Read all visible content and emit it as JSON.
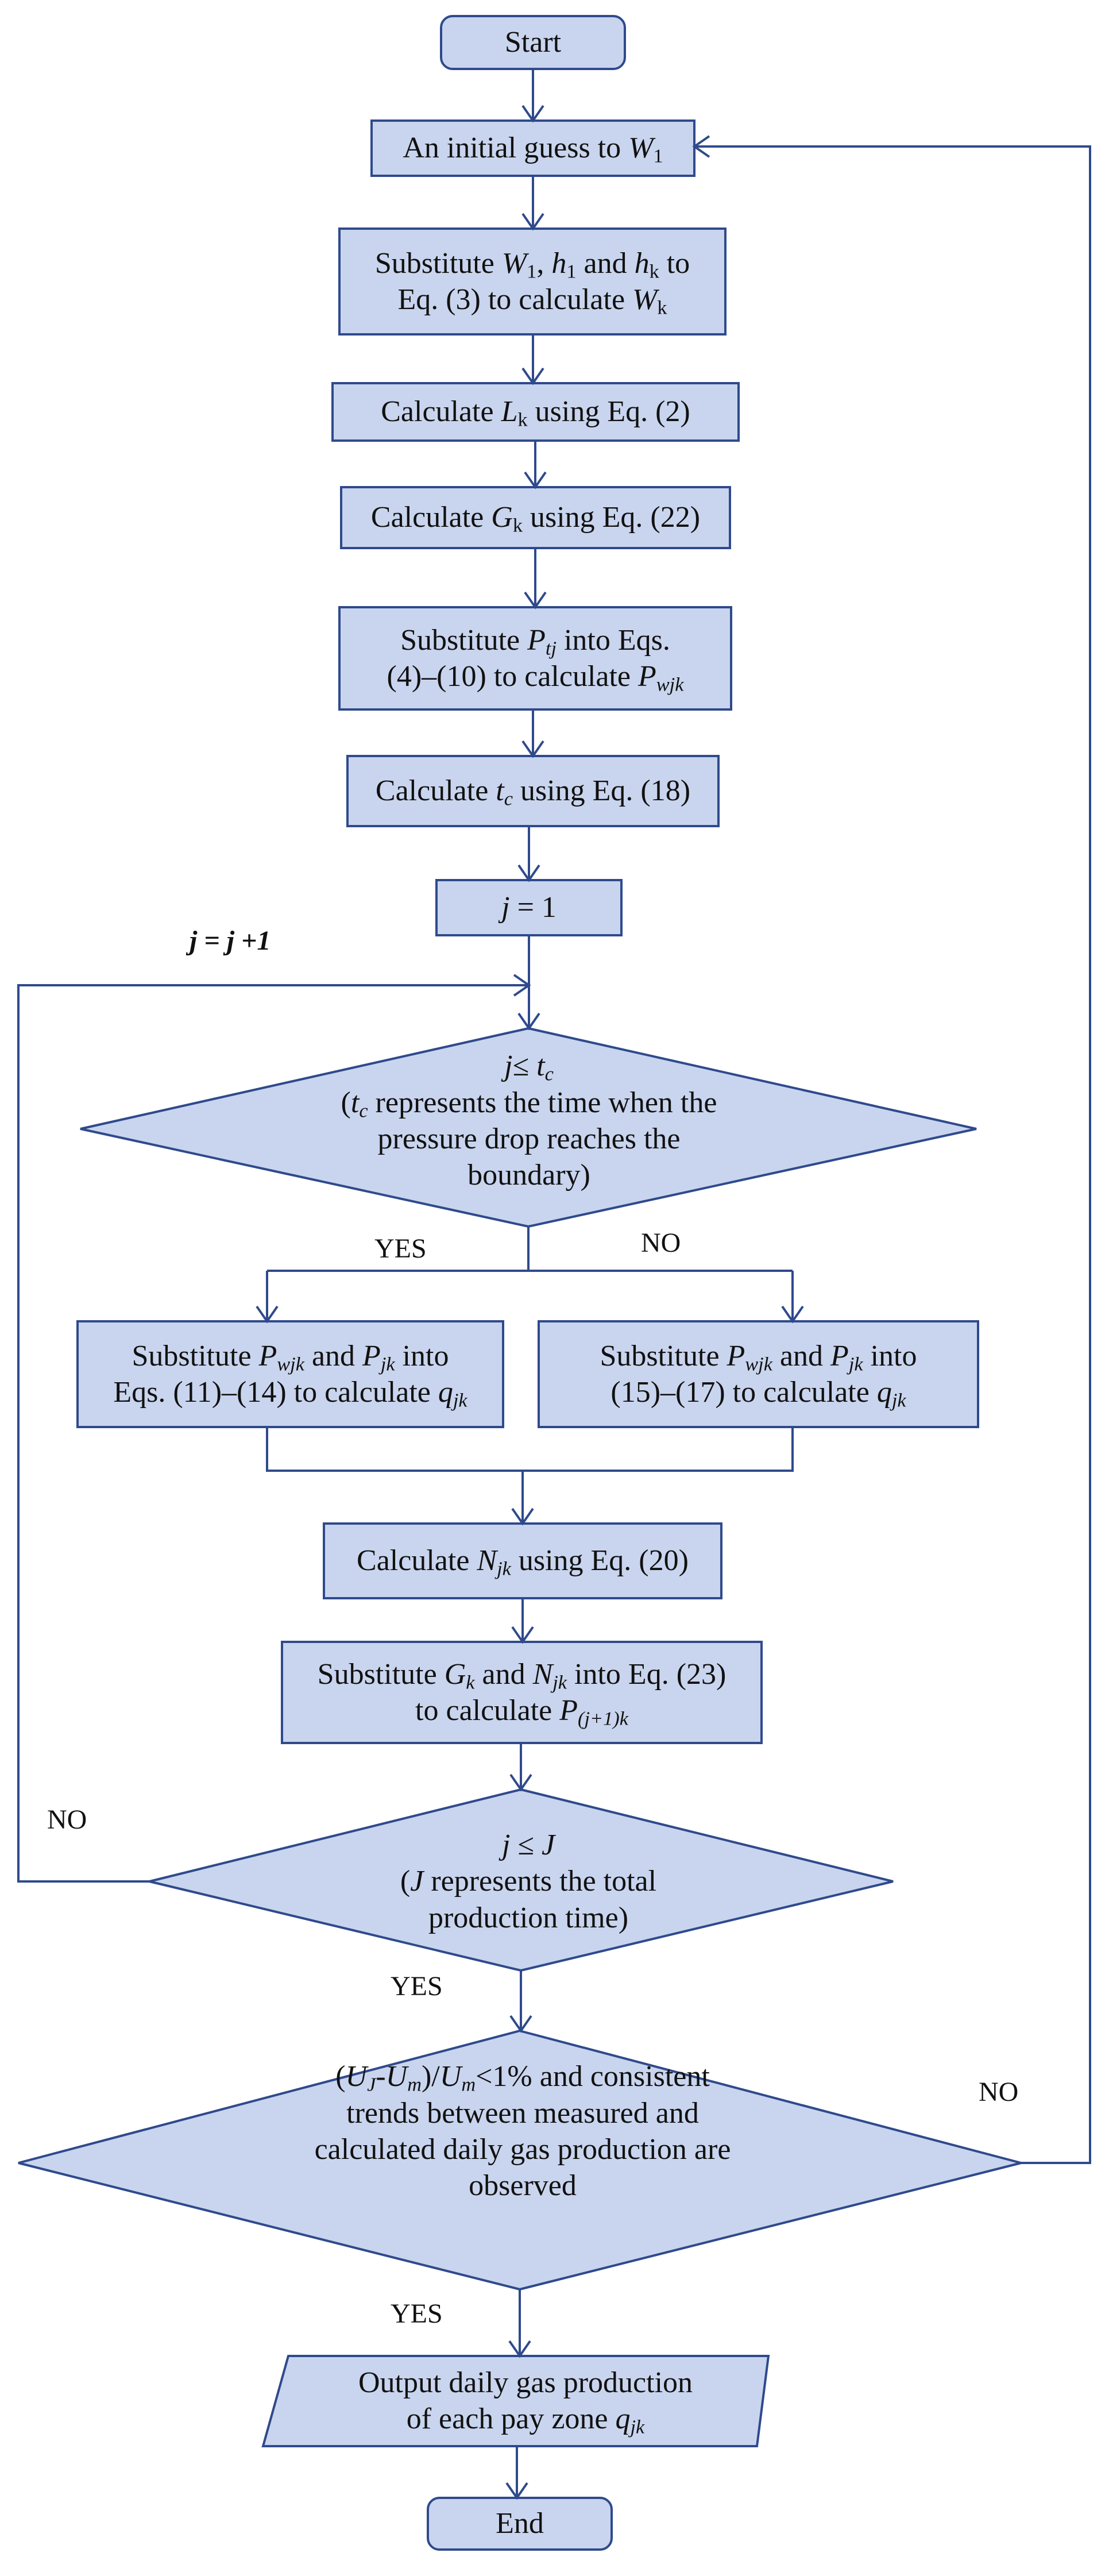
{
  "colors": {
    "fill": "#c9d5ee",
    "stroke": "#2f4a8c",
    "text": "#111111"
  },
  "nodes": {
    "start": {
      "label": "Start"
    },
    "initial_guess": {
      "prefix": "An initial guess to ",
      "var": "W",
      "sub": "1"
    },
    "substitute_w": {
      "line1": {
        "t1": "Substitute ",
        "v1": "W",
        "s1": "1",
        "t2": ", ",
        "v2": "h",
        "s2": "1",
        "t3": " and ",
        "v3": "h",
        "s3": "k",
        "t4": " to"
      },
      "line2": {
        "t1": "Eq. (3) to calculate ",
        "v1": "W",
        "s1": "k"
      }
    },
    "calc_l": {
      "t1": "Calculate ",
      "v1": "L",
      "s1": "k",
      "t2": " using Eq. (2)"
    },
    "calc_g": {
      "t1": "Calculate ",
      "v1": "G",
      "s1": "k",
      "t2": " using Eq. (22)"
    },
    "substitute_p": {
      "line1": {
        "t1": "Substitute ",
        "v1": "P",
        "s1": "tj",
        "t2": " into Eqs."
      },
      "line2": {
        "t1": "(4)–(10) to calculate ",
        "v1": "P",
        "s1": "wjk"
      }
    },
    "calc_tc": {
      "t1": "Calculate ",
      "v1": "t",
      "s1": "c",
      "t2": " using Eq. (18)"
    },
    "init_j": {
      "v1": "j",
      "t1": " = 1"
    },
    "decision_tc": {
      "line1": {
        "v1": "j",
        "t1": "≤ ",
        "v2": "t",
        "s2": "c"
      },
      "line2": {
        "t0": "(",
        "v1": "t",
        "s1": "c",
        "t1": " represents the time when the"
      },
      "line3": "pressure drop reaches the",
      "line4": "boundary)"
    },
    "calc_q_yes": {
      "line1": {
        "t1": "Substitute ",
        "v1": "P",
        "s1": "wjk",
        "t2": " and ",
        "v2": "P",
        "s2": "jk",
        "t3": " into"
      },
      "line2": {
        "t1": "Eqs. (11)–(14) to calculate ",
        "v1": "q",
        "s1": "jk"
      }
    },
    "calc_q_no": {
      "line1": {
        "t1": "Substitute ",
        "v1": "P",
        "s1": "wjk",
        "t2": " and ",
        "v2": "P",
        "s2": "jk",
        "t3": " into"
      },
      "line2": {
        "t1": "(15)–(17) to calculate ",
        "v1": "q",
        "s1": "jk"
      }
    },
    "calc_n": {
      "t1": "Calculate ",
      "v1": "N",
      "s1": "jk",
      "t2": " using Eq. (20)"
    },
    "substitute_gn": {
      "line1": {
        "t1": "Substitute ",
        "v1": "G",
        "s1": "k",
        "t2": " and ",
        "v2": "N",
        "s2": "jk",
        "t3": " into Eq. (23)"
      },
      "line2": {
        "t1": "to calculate ",
        "v1": "P",
        "s1": "(j+1)k"
      }
    },
    "decision_j": {
      "line1": {
        "v1": "j",
        "t1": " ≤ ",
        "v2": "J"
      },
      "line2": {
        "t0": "(",
        "v1": "J",
        "t1": " represents the total"
      },
      "line3": "production time)"
    },
    "decision_u": {
      "line1": {
        "t0": "(",
        "v1": "U",
        "s1": "J",
        "t1": "-",
        "v2": "U",
        "s2": "m",
        "t2": ")/",
        "v3": "U",
        "s3": "m",
        "t3": "<1% and consistent"
      },
      "line2": "trends between measured and",
      "line3": "calculated daily gas production  are",
      "line4": "observed"
    },
    "output": {
      "line1": "Output daily gas production",
      "line2": {
        "t1": "of each pay zone ",
        "v1": "q",
        "s1": "jk"
      }
    },
    "end": {
      "label": "End"
    }
  },
  "edge_labels": {
    "loop_j": "j = j +1",
    "tc_yes": "YES",
    "tc_no": "NO",
    "j_no": "NO",
    "j_yes": "YES",
    "u_no": "NO",
    "u_yes": "YES"
  }
}
